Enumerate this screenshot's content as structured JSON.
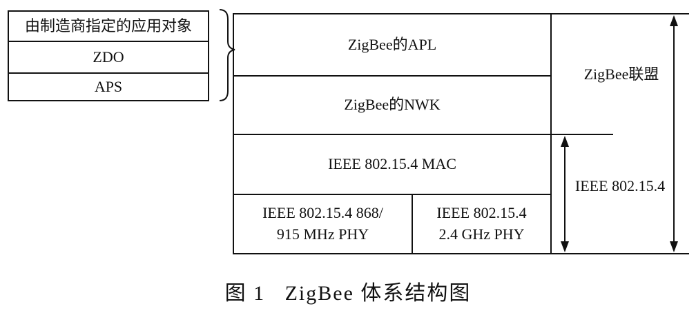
{
  "left_stack": {
    "items": [
      "由制造商指定的应用对象",
      "ZDO",
      "APS"
    ]
  },
  "main": {
    "apl": "ZigBee的APL",
    "nwk": "ZigBee的NWK",
    "mac": "IEEE 802.15.4 MAC",
    "phy_868": "IEEE 802.15.4 868/\n915 MHz PHY",
    "phy_24": "IEEE 802.15.4\n2.4 GHz PHY"
  },
  "scope": {
    "zigbee_alliance": "ZigBee联盟",
    "ieee": "IEEE 802.15.4"
  },
  "caption": "图 1   ZigBee 体系结构图"
}
